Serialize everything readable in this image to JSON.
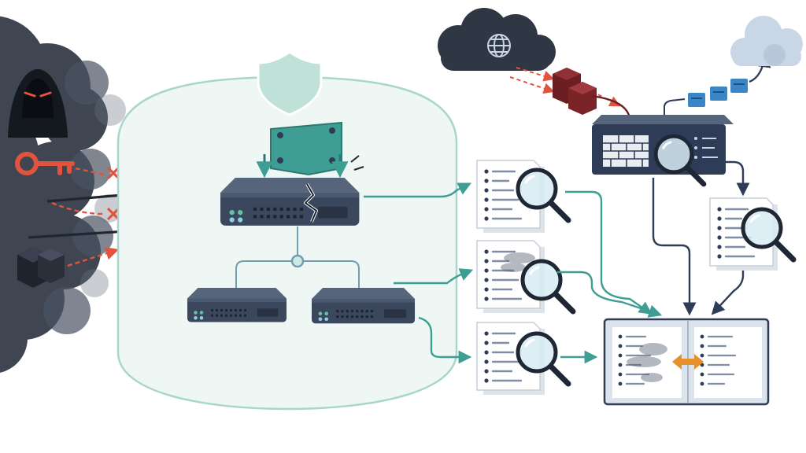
{
  "diagram": {
    "title": "",
    "colors": {
      "threat": "#e2533d",
      "threat_dark": "#2c3340",
      "navy": "#2e3c57",
      "teal": "#3f9e93",
      "teal_light": "#cfeae4",
      "zone_fill": "#eef7f4",
      "shield": "#bfe1d8",
      "cloud_light": "#c9d6e6",
      "orange": "#e8912a",
      "blue_box": "#3a86c6"
    },
    "icons": {
      "hacker": "hooded-hacker-icon",
      "key": "key-icon",
      "blocked": "x-mark-icon",
      "firewall": "grid-firewall-icon",
      "shield": "shield-icon",
      "plate": "metal-plate-icon",
      "server": "server-icon",
      "log": "log-document-icon",
      "magnifier": "magnifier-icon",
      "globe": "globe-icon",
      "brick": "brick-wall-icon",
      "cloud": "cloud-icon",
      "swap": "double-arrow-icon"
    },
    "nodes": [
      {
        "id": "threat-cloud",
        "kind": "cloud"
      },
      {
        "id": "firewall",
        "kind": "firewall"
      },
      {
        "id": "protected-zone",
        "kind": "zone"
      },
      {
        "id": "compromised-server",
        "kind": "server"
      },
      {
        "id": "server-left",
        "kind": "server"
      },
      {
        "id": "server-right",
        "kind": "server"
      },
      {
        "id": "log-1",
        "kind": "log"
      },
      {
        "id": "log-2",
        "kind": "log"
      },
      {
        "id": "log-3",
        "kind": "log"
      },
      {
        "id": "internet-cloud",
        "kind": "cloud"
      },
      {
        "id": "edge-firewall",
        "kind": "appliance"
      },
      {
        "id": "edge-log",
        "kind": "log"
      },
      {
        "id": "comparison-panel",
        "kind": "panel"
      },
      {
        "id": "backup-cloud",
        "kind": "cloud"
      }
    ]
  }
}
